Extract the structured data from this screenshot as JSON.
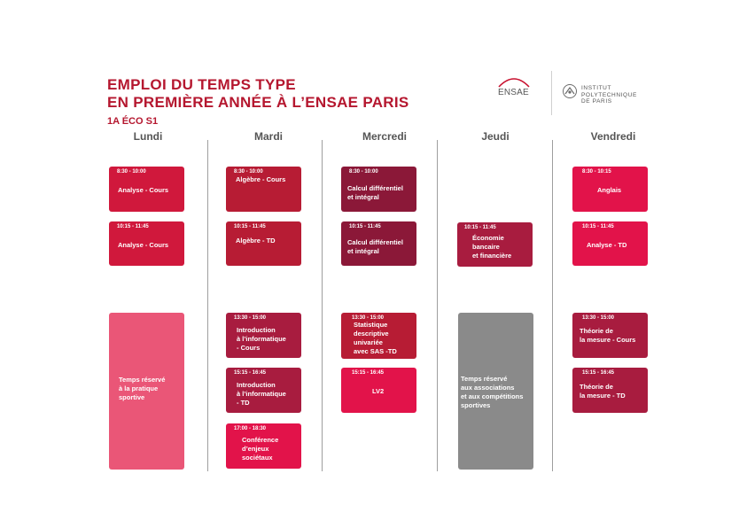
{
  "title_line1": "EMPLOI DU TEMPS TYPE",
  "title_line2": "EN PREMIÈRE ANNÉE À L’ENSAE PARIS",
  "subtitle": "1A ÉCO S1",
  "logo_ensae": "ENSAE",
  "logo_ip": [
    "INSTITUT",
    "POLYTECHNIQUE",
    "DE PARIS"
  ],
  "days": [
    "Lundi",
    "Mardi",
    "Mercredi",
    "Jeudi",
    "Vendredi"
  ],
  "events": {
    "lundi_1": {
      "time": "8:30 - 10:00",
      "label": [
        "Analyse - Cours"
      ]
    },
    "lundi_2": {
      "time": "10:15 - 11:45",
      "label": [
        "Analyse - Cours"
      ]
    },
    "lundi_3": {
      "label": [
        "Temps réservé",
        "à la pratique",
        "sportive"
      ]
    },
    "mardi_1": {
      "time": "8:30 - 10:00",
      "label": [
        "Algèbre - Cours"
      ]
    },
    "mardi_2": {
      "time": "10:15 - 11:45",
      "label": [
        "Algèbre - TD"
      ]
    },
    "mardi_3": {
      "time": "13:30 - 15:00",
      "label": [
        "Introduction",
        "à l’informatique",
        "- Cours"
      ]
    },
    "mardi_4": {
      "time": "15:15 - 16:45",
      "label": [
        "Introduction",
        "à l’informatique",
        "- TD"
      ]
    },
    "mardi_5": {
      "time": "17:00 - 18:30",
      "label": [
        "Conférence",
        "d’enjeux",
        "sociétaux"
      ]
    },
    "mercredi_1": {
      "time": "8:30 - 10:00",
      "label": [
        "Calcul différentiel",
        "et intégral"
      ]
    },
    "mercredi_2": {
      "time": "10:15 - 11:45",
      "label": [
        "Calcul différentiel",
        "et intégral"
      ]
    },
    "mercredi_3": {
      "time": "13:30 - 15:00",
      "label": [
        "Statistique",
        "descriptive",
        "univariée",
        "avec SAS -TD"
      ]
    },
    "mercredi_4": {
      "time": "15:15 - 16:45",
      "label": [
        "LV2"
      ]
    },
    "jeudi_1": {
      "time": "10:15 - 11:45",
      "label": [
        "Économie",
        "bancaire",
        "et financière"
      ]
    },
    "jeudi_2": {
      "label": [
        "Temps réservé",
        "aux associations",
        "et aux compétitions",
        "sportives"
      ]
    },
    "vendredi_1": {
      "time": "8:30 - 10:15",
      "label": [
        "Anglais"
      ]
    },
    "vendredi_2": {
      "time": "10:15 - 11:45",
      "label": [
        "Analyse - TD"
      ]
    },
    "vendredi_3": {
      "time": "13:30 - 15:00",
      "label": [
        "Théorie de",
        "la mesure - Cours"
      ]
    },
    "vendredi_4": {
      "time": "15:15 - 16:45",
      "label": [
        "Théorie de",
        "la mesure - TD"
      ]
    }
  }
}
